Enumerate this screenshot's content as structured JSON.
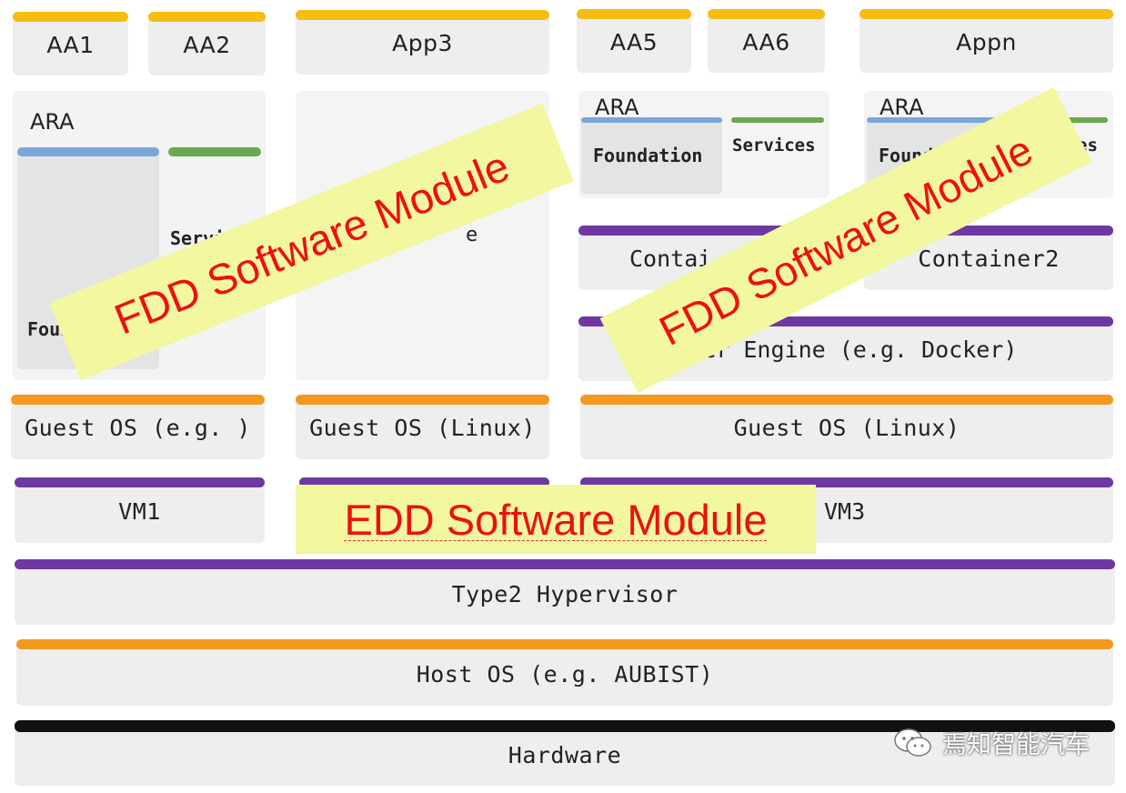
{
  "apps": [
    "AA1",
    "AA2",
    "App3",
    "AA5",
    "AA6",
    "Appn"
  ],
  "left_ara": {
    "title": "ARA",
    "foundation": "Foundation",
    "services": "Services"
  },
  "vm2_app": {
    "visible_fragment": "e"
  },
  "right_ara1": {
    "title": "ARA",
    "foundation": "Foundation",
    "services": "Services"
  },
  "right_ara2": {
    "title": "ARA",
    "foundation": "Foundat",
    "services": "es"
  },
  "containers": {
    "c1": "Contai",
    "c2": "Container2"
  },
  "container_engine": "tainer Engine (e.g. Docker)",
  "guest_os": [
    "Guest OS (e.g. )",
    "Guest OS (Linux)",
    "Guest OS (Linux)"
  ],
  "vms": {
    "vm1": "VM1",
    "vm3": "VM3"
  },
  "hypervisor": "Type2 Hypervisor",
  "host_os": "Host OS (e.g. AUBIST)",
  "hardware": "Hardware",
  "overlays": {
    "fdd_left": "FDD Software Module",
    "fdd_right": "FDD Software Module",
    "edd": "EDD Software Module"
  },
  "watermark": "焉知智能汽车",
  "colors": {
    "app_bar": "#f5bd0f",
    "os_bar": "#f3991d",
    "vm_bar": "#6f37a2",
    "hw_bar": "#111111",
    "foundation_bar": "#79a7da",
    "services_bar": "#6aa84f",
    "overlay_bg": "#f2f7a0",
    "overlay_text": "#ee1010"
  }
}
